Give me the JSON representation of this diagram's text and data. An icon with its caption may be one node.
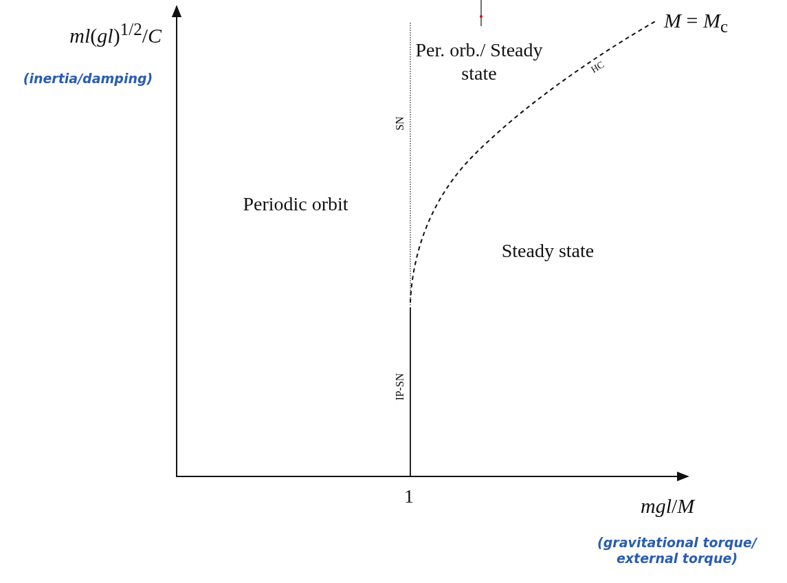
{
  "diagram": {
    "labels": [
      "*ml*(*gl*)$^{1/2}$/*C*",
      "(inertia/damping)",
      "*M* = *M*$_{c}$",
      "Per. orb./ Steady state",
      "HC",
      "SN",
      "Periodic orbit",
      "Steady state",
      "IP-SN",
      "1",
      "*mgl*/*M*",
      "(gravitational torque/ external torque)"
    ]
  }
}
